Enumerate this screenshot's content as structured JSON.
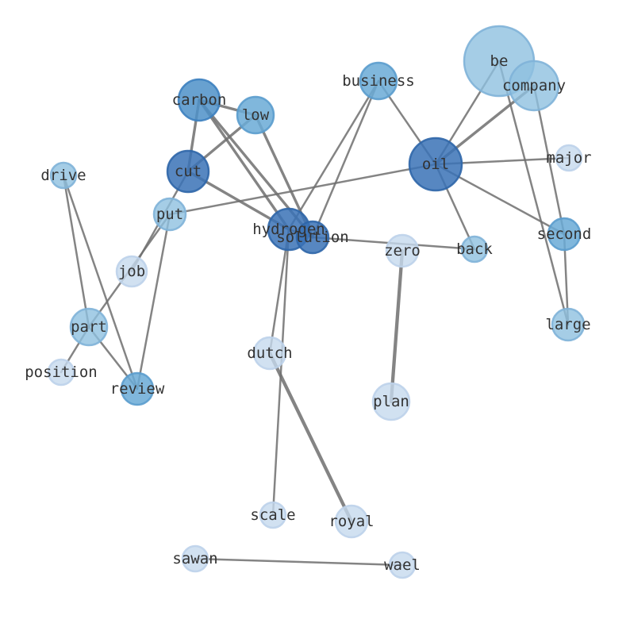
{
  "graph": {
    "palette": {
      "strongest": "#3a72b6",
      "strong": "#4d90c8",
      "medium": "#6aaad6",
      "light": "#8fc0e0",
      "faint": "#c6d9ee",
      "edge": "#6e6e6e"
    },
    "nodes": [
      {
        "id": "be",
        "label": "be",
        "tone": "light"
      },
      {
        "id": "company",
        "label": "company",
        "tone": "light"
      },
      {
        "id": "business",
        "label": "business",
        "tone": "medium"
      },
      {
        "id": "carbon",
        "label": "carbon",
        "tone": "strong"
      },
      {
        "id": "low",
        "label": "low",
        "tone": "medium"
      },
      {
        "id": "oil",
        "label": "oil",
        "tone": "strongest"
      },
      {
        "id": "major",
        "label": "major",
        "tone": "faint"
      },
      {
        "id": "drive",
        "label": "drive",
        "tone": "light"
      },
      {
        "id": "cut",
        "label": "cut",
        "tone": "strongest"
      },
      {
        "id": "put",
        "label": "put",
        "tone": "light"
      },
      {
        "id": "hydrogen",
        "label": "hydrogen",
        "tone": "strongest"
      },
      {
        "id": "solution",
        "label": "solution",
        "tone": "strongest"
      },
      {
        "id": "zero",
        "label": "zero",
        "tone": "faint"
      },
      {
        "id": "back",
        "label": "back",
        "tone": "light"
      },
      {
        "id": "second",
        "label": "second",
        "tone": "medium"
      },
      {
        "id": "job",
        "label": "job",
        "tone": "faint"
      },
      {
        "id": "part",
        "label": "part",
        "tone": "light"
      },
      {
        "id": "large",
        "label": "large",
        "tone": "light"
      },
      {
        "id": "position",
        "label": "position",
        "tone": "faint"
      },
      {
        "id": "review",
        "label": "review",
        "tone": "medium"
      },
      {
        "id": "dutch",
        "label": "dutch",
        "tone": "faint"
      },
      {
        "id": "plan",
        "label": "plan",
        "tone": "faint"
      },
      {
        "id": "scale",
        "label": "scale",
        "tone": "faint"
      },
      {
        "id": "royal",
        "label": "royal",
        "tone": "faint"
      },
      {
        "id": "sawan",
        "label": "sawan",
        "tone": "faint"
      },
      {
        "id": "wael",
        "label": "wael",
        "tone": "faint"
      }
    ],
    "edges": [
      {
        "source": "be",
        "target": "oil",
        "weight": 1
      },
      {
        "source": "be",
        "target": "large",
        "weight": 1
      },
      {
        "source": "company",
        "target": "oil",
        "weight": 2
      },
      {
        "source": "company",
        "target": "second",
        "weight": 1
      },
      {
        "source": "business",
        "target": "oil",
        "weight": 1
      },
      {
        "source": "business",
        "target": "hydrogen",
        "weight": 1
      },
      {
        "source": "business",
        "target": "solution",
        "weight": 1
      },
      {
        "source": "carbon",
        "target": "low",
        "weight": 2
      },
      {
        "source": "carbon",
        "target": "cut",
        "weight": 2
      },
      {
        "source": "carbon",
        "target": "hydrogen",
        "weight": 2
      },
      {
        "source": "carbon",
        "target": "solution",
        "weight": 2
      },
      {
        "source": "low",
        "target": "cut",
        "weight": 2
      },
      {
        "source": "low",
        "target": "solution",
        "weight": 2
      },
      {
        "source": "cut",
        "target": "hydrogen",
        "weight": 2
      },
      {
        "source": "cut",
        "target": "job",
        "weight": 1
      },
      {
        "source": "oil",
        "target": "major",
        "weight": 1
      },
      {
        "source": "oil",
        "target": "second",
        "weight": 1
      },
      {
        "source": "oil",
        "target": "back",
        "weight": 1
      },
      {
        "source": "oil",
        "target": "put",
        "weight": 1
      },
      {
        "source": "hydrogen",
        "target": "solution",
        "weight": 1
      },
      {
        "source": "hydrogen",
        "target": "dutch",
        "weight": 1
      },
      {
        "source": "hydrogen",
        "target": "scale",
        "weight": 1
      },
      {
        "source": "solution",
        "target": "back",
        "weight": 1
      },
      {
        "source": "zero",
        "target": "plan",
        "weight": 3
      },
      {
        "source": "second",
        "target": "large",
        "weight": 1
      },
      {
        "source": "drive",
        "target": "part",
        "weight": 1
      },
      {
        "source": "drive",
        "target": "review",
        "weight": 1
      },
      {
        "source": "put",
        "target": "part",
        "weight": 1
      },
      {
        "source": "put",
        "target": "review",
        "weight": 1
      },
      {
        "source": "part",
        "target": "position",
        "weight": 1
      },
      {
        "source": "part",
        "target": "review",
        "weight": 1
      },
      {
        "source": "dutch",
        "target": "royal",
        "weight": 3
      },
      {
        "source": "sawan",
        "target": "wael",
        "weight": 1
      }
    ]
  }
}
